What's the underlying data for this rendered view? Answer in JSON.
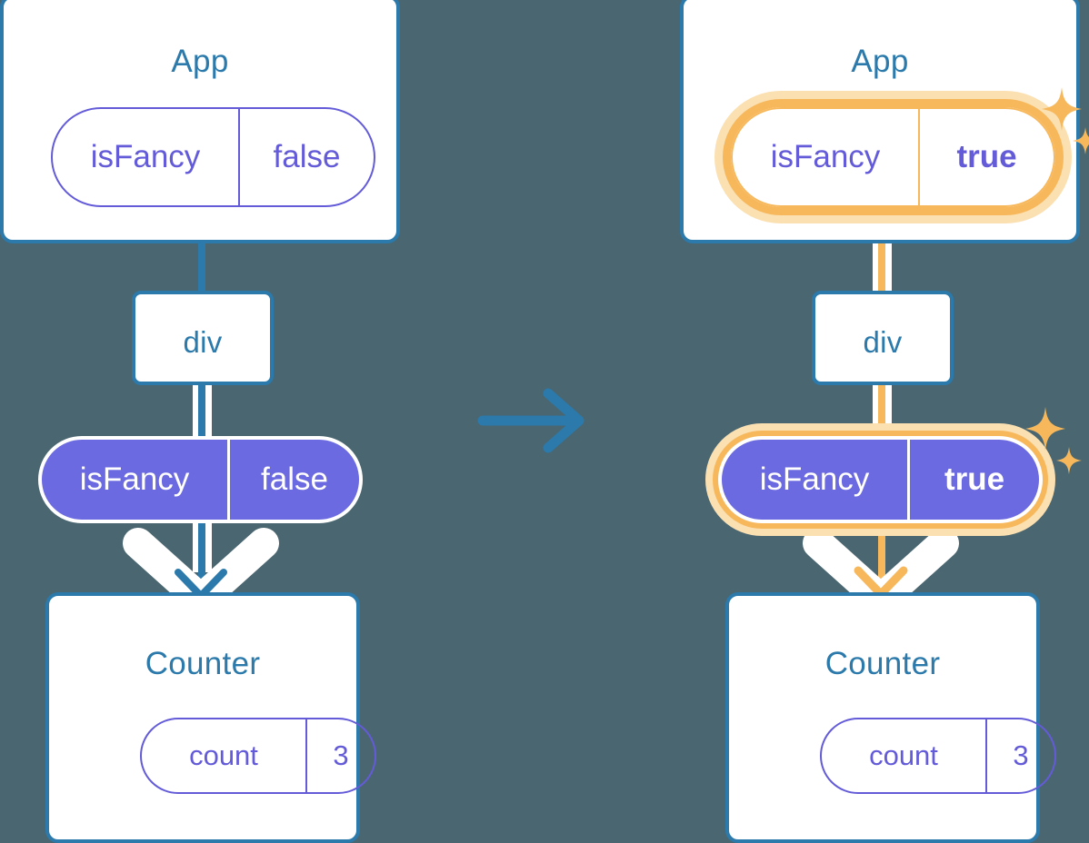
{
  "theme": {
    "background": "#4a6670",
    "box_border": "#2b7aab",
    "title_text": "#2b7aab",
    "state_purple": "#635bd8",
    "state_purple_fill": "#6c6ae0",
    "highlight_orange": "#f7b85c",
    "highlight_orange_pale": "#fbe0b2",
    "line_pale_blue": "#cdd9e8",
    "white": "#ffffff"
  },
  "diagram": {
    "type": "react-state-propagation",
    "transition_icon": "arrow-right-icon"
  },
  "before": {
    "app": {
      "title": "App",
      "state": {
        "name": "isFancy",
        "value": "false",
        "highlighted": false,
        "bold_value": false
      }
    },
    "dom": {
      "title": "div",
      "state": {
        "name": "isFancy",
        "value": "false",
        "highlighted": false,
        "bold_value": false
      }
    },
    "counter": {
      "title": "Counter",
      "state": {
        "name": "count",
        "value": "3",
        "highlighted": false,
        "bold_value": false
      }
    },
    "sparkles": []
  },
  "after": {
    "app": {
      "title": "App",
      "state": {
        "name": "isFancy",
        "value": "true",
        "highlighted": true,
        "bold_value": true
      }
    },
    "dom": {
      "title": "div",
      "state": {
        "name": "isFancy",
        "value": "true",
        "highlighted": true,
        "bold_value": true
      }
    },
    "counter": {
      "title": "Counter",
      "state": {
        "name": "count",
        "value": "3",
        "highlighted": false,
        "bold_value": false
      }
    },
    "sparkles": [
      "sparkle-app",
      "sparkle-dom"
    ]
  }
}
